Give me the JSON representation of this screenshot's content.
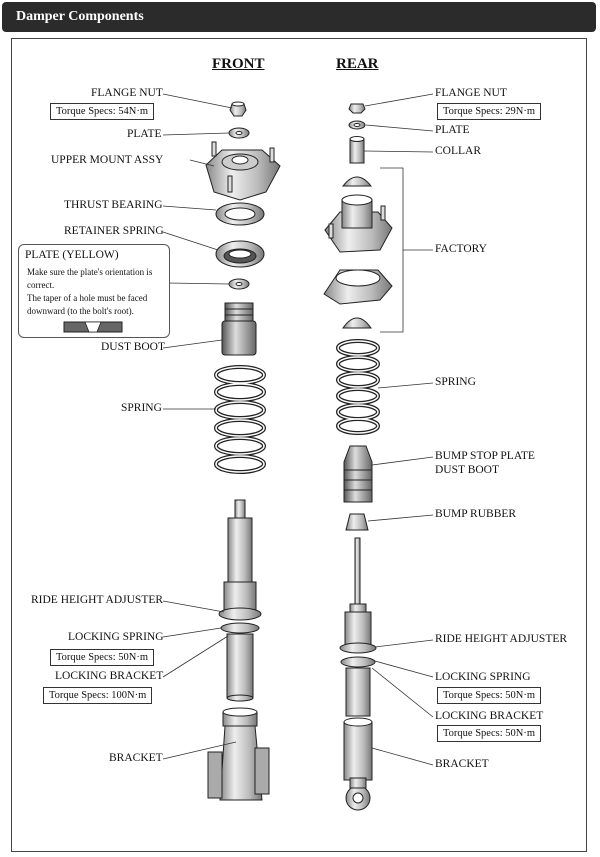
{
  "header": {
    "title": "Damper Components"
  },
  "columns": {
    "front": "FRONT",
    "rear": "REAR"
  },
  "front": {
    "flange_nut": "FLANGE NUT",
    "flange_nut_torque": "Torque Specs: 54N·m",
    "plate": "PLATE",
    "upper_mount": "UPPER MOUNT ASSY",
    "thrust_bearing": "THRUST BEARING",
    "retainer_spring": "RETAINER SPRING",
    "dust_boot": "DUST BOOT",
    "spring": "SPRING",
    "ride_height_adjuster": "RIDE HEIGHT ADJUSTER",
    "locking_spring": "LOCKING SPRING",
    "locking_spring_torque": "Torque Specs: 50N·m",
    "locking_bracket": "LOCKING BRACKET",
    "locking_bracket_torque": "Torque Specs: 100N·m",
    "bracket": "BRACKET"
  },
  "note": {
    "title": "PLATE (YELLOW)",
    "line1": "Make sure the plate's orientation is correct.",
    "line2": "The taper of a hole must be faced downward (to the bolt's root)."
  },
  "rear": {
    "flange_nut": "FLANGE NUT",
    "flange_nut_torque": "Torque Specs: 29N·m",
    "plate": "PLATE",
    "collar": "COLLAR",
    "factory": "FACTORY",
    "spring": "SPRING",
    "bump_stop_plate": "BUMP STOP PLATE",
    "dust_boot": "DUST BOOT",
    "bump_rubber": "BUMP RUBBER",
    "ride_height_adjuster": "RIDE HEIGHT ADJUSTER",
    "locking_spring": "LOCKING SPRING",
    "locking_spring_torque": "Torque Specs: 50N·m",
    "locking_bracket": "LOCKING BRACKET",
    "locking_bracket_torque": "Torque Specs: 50N·m",
    "bracket": "BRACKET"
  }
}
